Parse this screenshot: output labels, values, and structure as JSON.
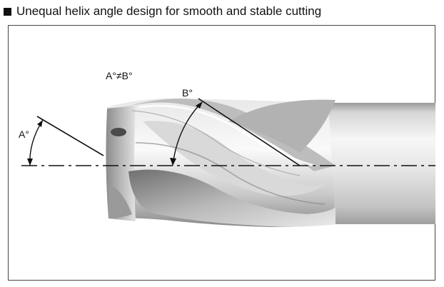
{
  "heading": {
    "bullet_icon": "black-square-icon",
    "text": "Unequal helix angle design for smooth and stable cutting"
  },
  "diagram": {
    "inequality_label": "A°≠B°",
    "angle_a_label": "A°",
    "angle_b_label": "B°",
    "colors": {
      "line": "#111111",
      "shank_light": "#f4f4f4",
      "shank_dark": "#b9b9b9",
      "metal_light": "#f7f7f7",
      "metal_mid": "#cfcfcf",
      "metal_dark": "#7a7a7a"
    }
  }
}
